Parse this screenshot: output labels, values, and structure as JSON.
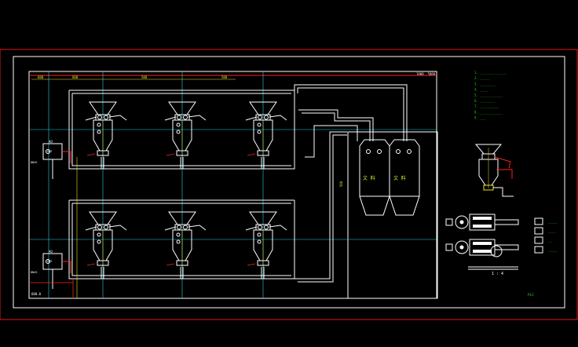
{
  "drawing": {
    "ref_tag": "1000 ,5000",
    "left_corner_label": "600.0",
    "dims_top": [
      "600",
      "600",
      "500",
      "500"
    ],
    "dim_side": "500",
    "ratio_label": "1 : 4",
    "right_title": "PLC",
    "right_subtitle": "",
    "ratio_note": "",
    "sensor_tag": "AO",
    "controller_top": "AOS",
    "controller_bottom": "AOS",
    "side_tag_top": "DN45",
    "side_tag_bottom": "DN45",
    "silo_glyph": "文 料",
    "colors": {
      "border_red": "#e01818",
      "line_white": "#ffffff",
      "axis_cyan": "#2ad4e0",
      "annot_green": "#19d619",
      "annot_yellow": "#e8e82a",
      "accent_red": "#ff2020"
    },
    "notes": [
      "1. ______________",
      "2. _____",
      "3. ________",
      "4. ____",
      "5. ____________",
      "6. ________",
      "7. __________",
      "8. ____________",
      "9. ___"
    ],
    "legend": [
      {
        "label": "_____",
        "icon": "box-white"
      },
      {
        "label": "____",
        "icon": "box-white"
      },
      {
        "label": "__",
        "icon": "box-white"
      },
      {
        "label": "_____",
        "icon": "box-white"
      }
    ]
  }
}
